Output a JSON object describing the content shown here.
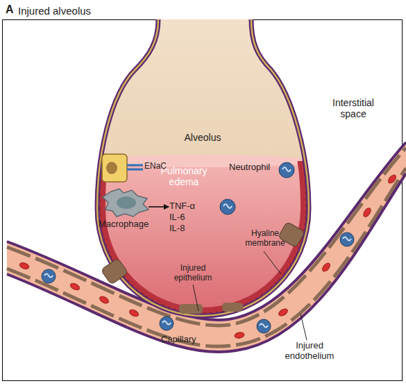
{
  "diagram": {
    "title": "Injured alveolus",
    "nodes": [
      {
        "text": [
          "Alveolus",
          "Pulmonary edema"
        ]
      },
      {
        "text": [
          "Macrophage"
        ],
        "in": 0
      },
      {
        "text": [
          "Capillary"
        ]
      }
    ],
    "labels": [
      "A",
      "Interstitial space",
      "ENaC",
      "Neutrophil",
      "TNF-α",
      "IL-6",
      "IL-8",
      "Hyaline membrane",
      "Injured epithelium",
      "Injured endothelium"
    ]
  }
}
